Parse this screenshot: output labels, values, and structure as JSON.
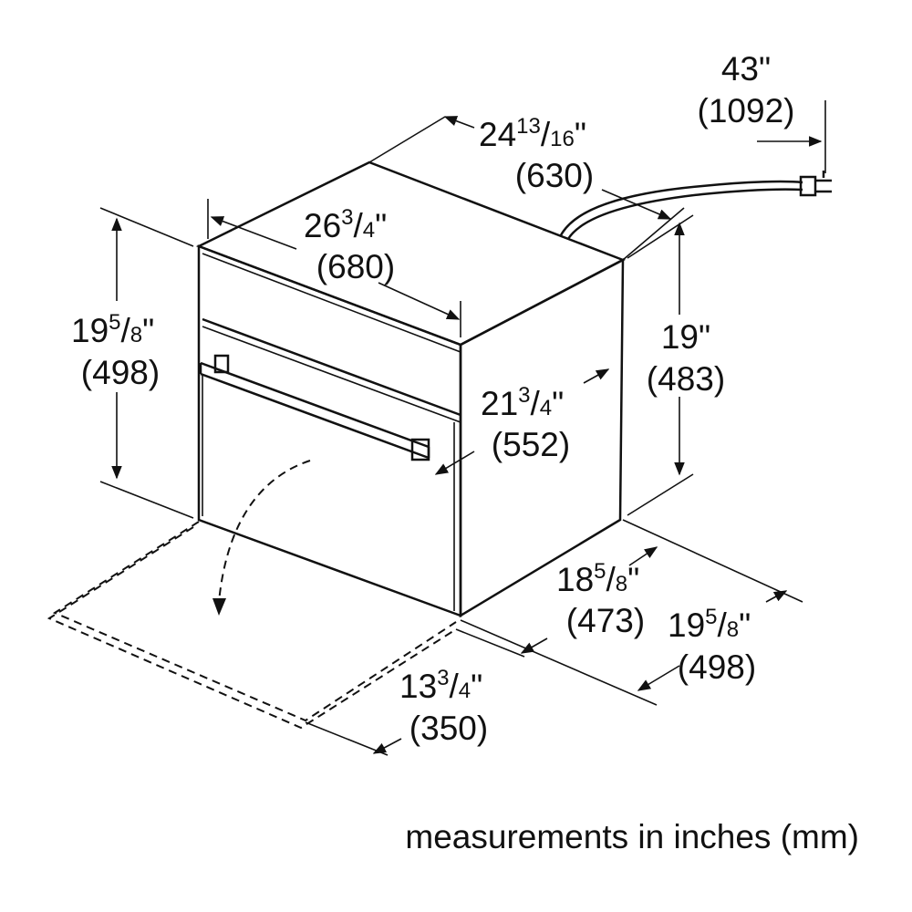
{
  "diagram": {
    "caption": "measurements in inches (mm)",
    "dimensions": {
      "cord_length": {
        "whole": "43",
        "num": "",
        "den": "",
        "unit": "\"",
        "mm": "(1092)"
      },
      "overall_depth": {
        "whole": "24",
        "num": "13",
        "den": "16",
        "unit": "\"",
        "mm": "(630)"
      },
      "front_width": {
        "whole": "26",
        "num": "3",
        "den": "4",
        "unit": "\"",
        "mm": "(680)"
      },
      "front_height": {
        "whole": "19",
        "num": "5",
        "den": "8",
        "unit": "\"",
        "mm": "(498)"
      },
      "body_height": {
        "whole": "19",
        "num": "",
        "den": "",
        "unit": "\"",
        "mm": "(483)"
      },
      "body_depth": {
        "whole": "21",
        "num": "3",
        "den": "4",
        "unit": "\"",
        "mm": "(552)"
      },
      "cutout_depth": {
        "whole": "18",
        "num": "5",
        "den": "8",
        "unit": "\"",
        "mm": "(473)"
      },
      "cutout_width": {
        "whole": "19",
        "num": "5",
        "den": "8",
        "unit": "\"",
        "mm": "(498)"
      },
      "door_open": {
        "whole": "13",
        "num": "3",
        "den": "4",
        "unit": "\"",
        "mm": "(350)"
      }
    }
  }
}
